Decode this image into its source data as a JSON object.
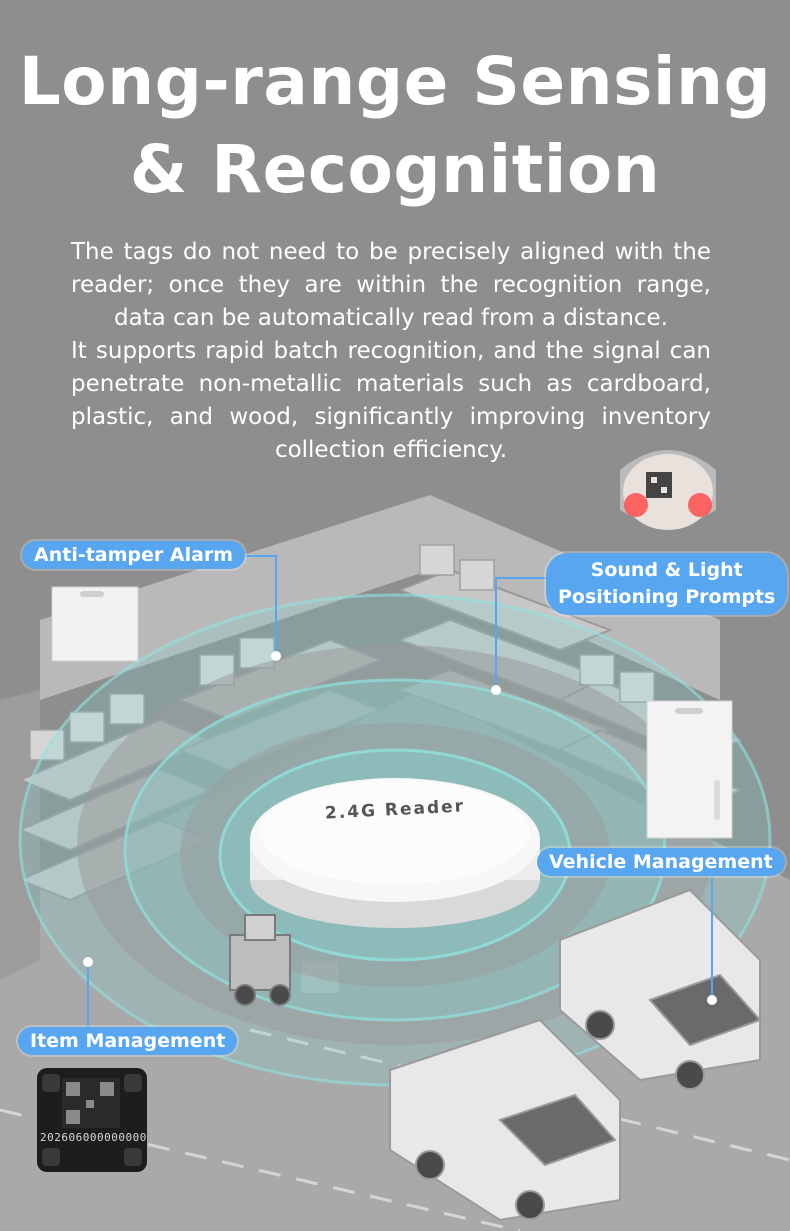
{
  "title": {
    "line1": "Long-range Sensing",
    "line2": "& Recognition"
  },
  "description": {
    "para1": "The tags do not need to be precisely aligned with the reader; once they are within the recognition range, data can be automatically read from a distance.",
    "para2": "It supports rapid batch recognition, and the signal can penetrate non-metallic materials such as cardboard, plastic, and wood, significantly improving inventory collection efficiency."
  },
  "labels": {
    "anti_tamper": "Anti-tamper Alarm",
    "sound_light_line1": "Sound & Light",
    "sound_light_line2": "Positioning Prompts",
    "vehicle": "Vehicle Management",
    "item": "Item Management"
  },
  "reader": {
    "label": "2.4G  Reader"
  },
  "item_tag": {
    "code": "202606000000000"
  },
  "colors": {
    "background": "#8e8e8e",
    "accent": "#58a5f0",
    "signal_ring": "#7fd6d4"
  }
}
